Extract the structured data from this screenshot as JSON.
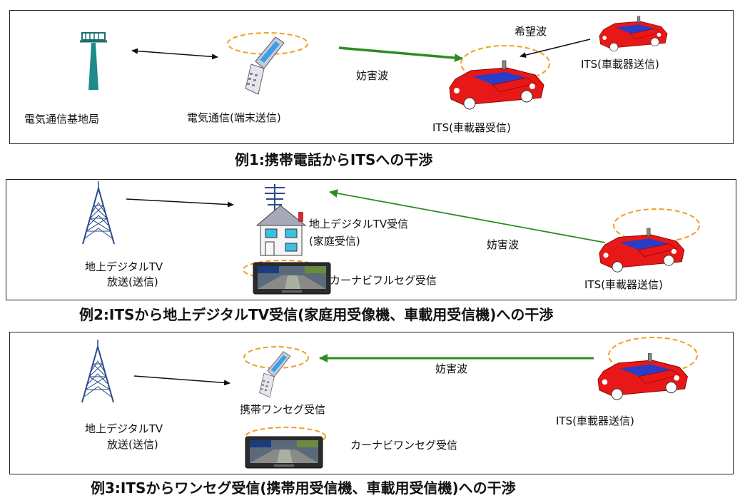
{
  "examples": [
    {
      "caption": "例1:携帯電話からITSへの干渉",
      "labels": {
        "base_station": "電気通信基地局",
        "terminal": "電気通信(端末送信)",
        "interference": "妨害波",
        "desired": "希望波",
        "its_tx": "ITS(車載器送信)",
        "its_rx": "ITS(車載器受信)"
      }
    },
    {
      "caption": "例2:ITSから地上デジタルTV受信(家庭用受像機、車載用受信機)への干渉",
      "labels": {
        "broadcast_line1": "地上デジタルTV",
        "broadcast_line2": "放送(送信)",
        "home_line1": "地上デジタルTV受信",
        "home_line2": "(家庭受信)",
        "interference": "妨害波",
        "carnavi": "カーナビフルセグ受信",
        "its_tx": "ITS(車載器送信)"
      }
    },
    {
      "caption": "例3:ITSからワンセグ受信(携帯用受信機、車載用受信機)への干渉",
      "labels": {
        "broadcast_line1": "地上デジタルTV",
        "broadcast_line2": "放送(送信)",
        "mobile": "携帯ワンセグ受信",
        "interference": "妨害波",
        "its_tx": "ITS(車載器送信)",
        "carnavi": "カーナビワンセグ受信"
      }
    }
  ],
  "colors": {
    "interference_arrow": "#2e8b22",
    "ellipse": "#f0a020",
    "car_body": "#e81818",
    "car_window": "#2a3cc8",
    "tower": "#2a4a8a",
    "mast": "#1f8a8a"
  }
}
